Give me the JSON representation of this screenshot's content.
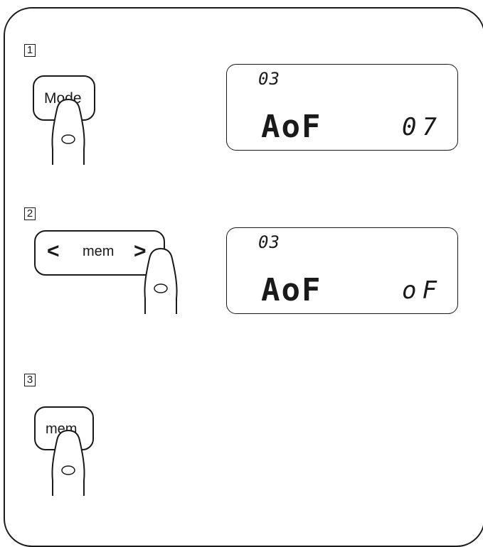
{
  "steps": [
    {
      "number": "1",
      "button": {
        "label": "Mode"
      },
      "display": {
        "top": "03",
        "main": "AoF",
        "value": "07"
      }
    },
    {
      "number": "2",
      "button": {
        "left_arrow": "<",
        "label": "mem",
        "right_arrow": ">"
      },
      "display": {
        "top": "03",
        "main": "AoF",
        "value": "oF"
      }
    },
    {
      "number": "3",
      "button": {
        "label": "mem"
      }
    }
  ],
  "colors": {
    "ink": "#1a1a1a",
    "background": "#ffffff"
  }
}
